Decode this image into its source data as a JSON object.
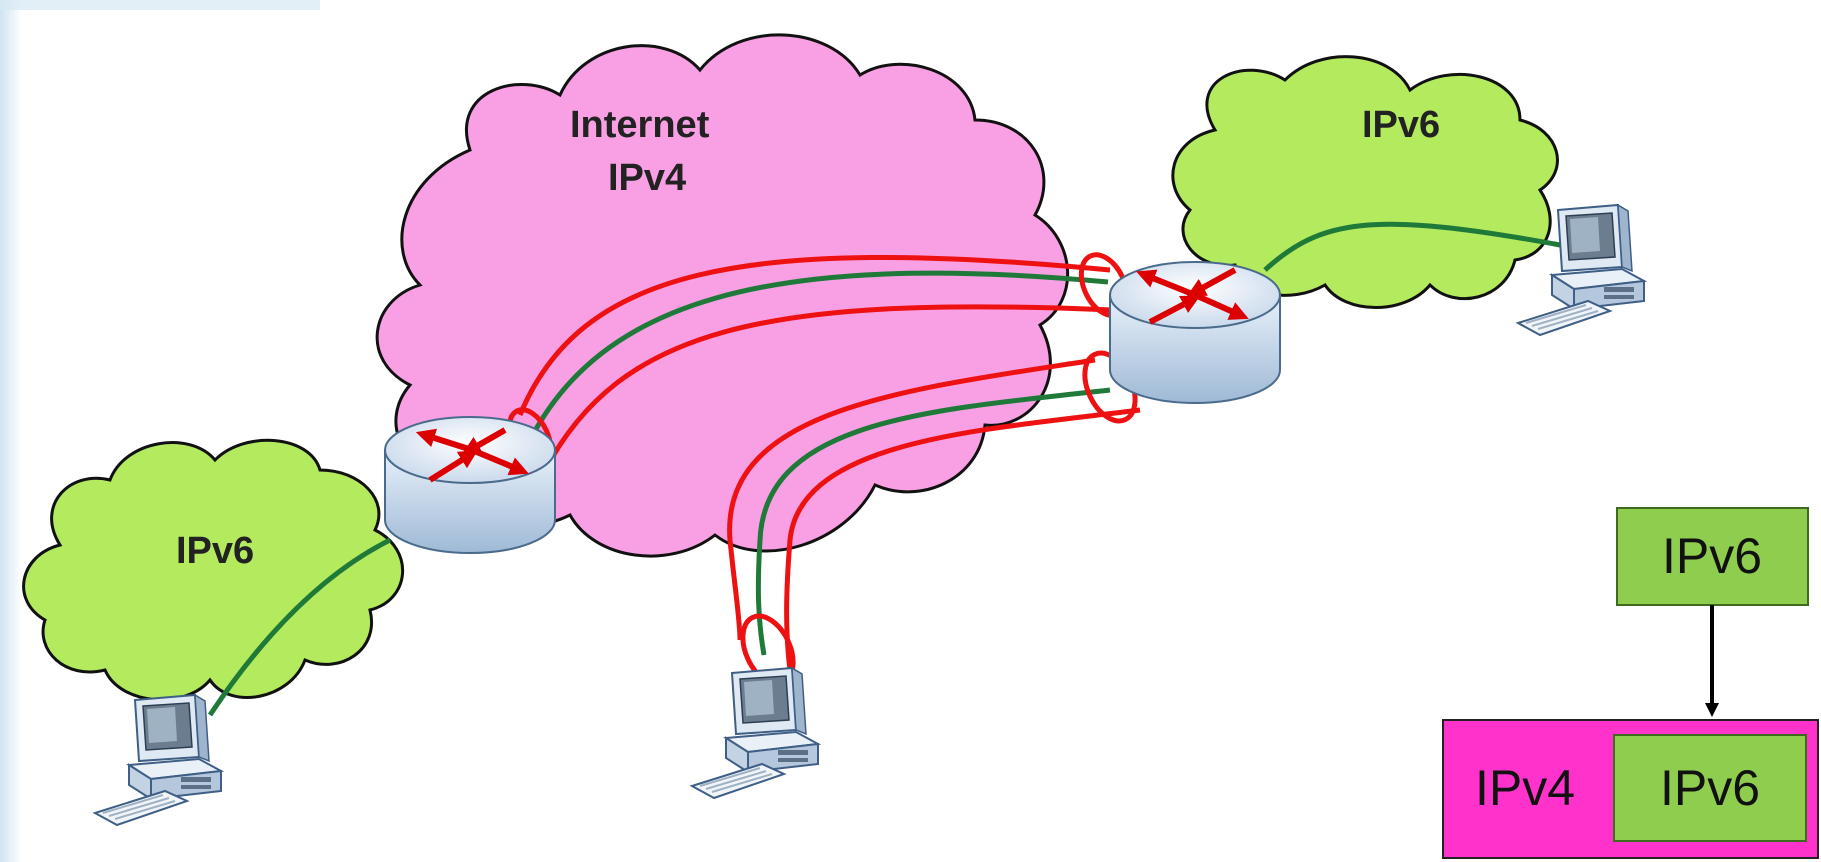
{
  "clouds": {
    "internet_line1": "Internet",
    "internet_line2": "IPv4",
    "ipv6_right": "IPv6",
    "ipv6_left": "IPv6"
  },
  "encapsulation": {
    "top_box": "IPv6",
    "outer_box": "IPv4",
    "inner_box": "IPv6"
  },
  "colors": {
    "internet_cloud": "#f9a0e4",
    "ipv6_cloud": "#b3ea5e",
    "tunnel_outline": "#ee1111",
    "ipv6_link": "#1f7a3a",
    "outer_box": "#ff33cc",
    "inner_box": "#8fcd4f"
  }
}
